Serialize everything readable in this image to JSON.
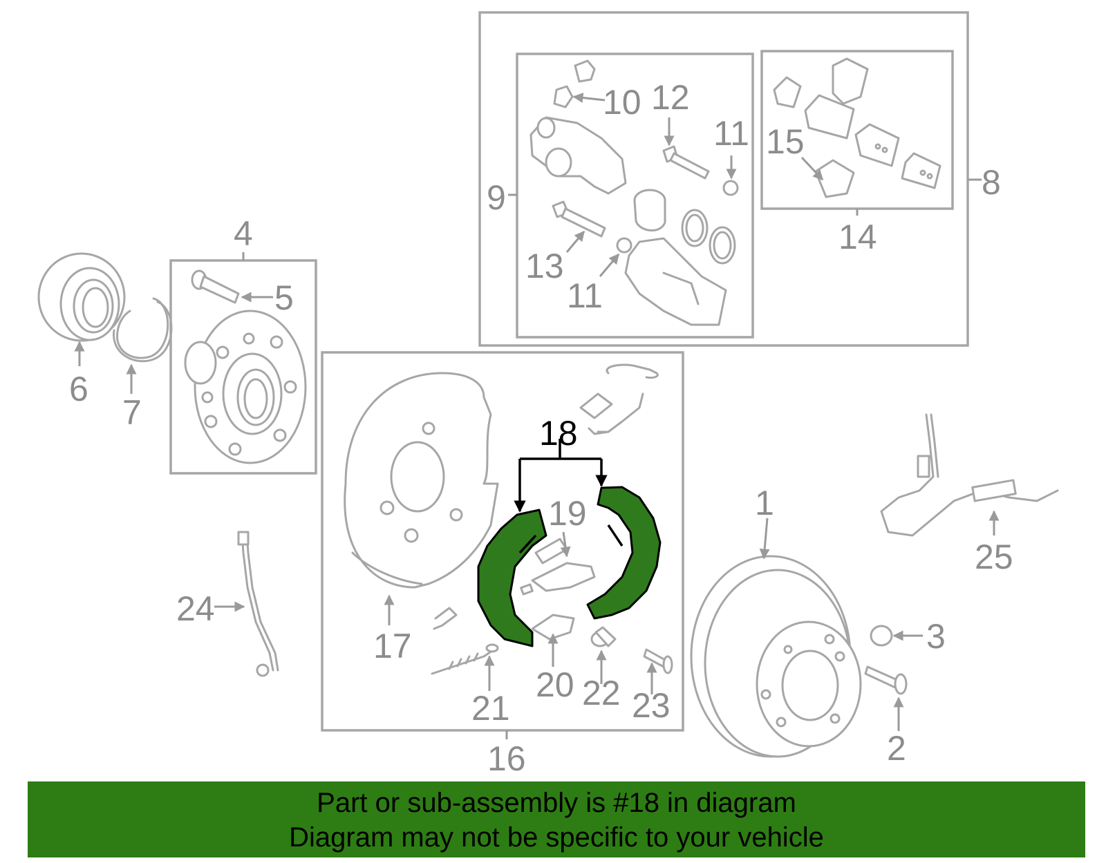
{
  "diagram": {
    "highlight_color": "#2e7d14",
    "callouts": [
      "1",
      "2",
      "3",
      "4",
      "5",
      "6",
      "7",
      "8",
      "9",
      "10",
      "11",
      "12",
      "13",
      "14",
      "15",
      "16",
      "17",
      "18",
      "19",
      "20",
      "21",
      "22",
      "23",
      "24",
      "25"
    ],
    "highlighted_callout": "18",
    "repeated_callout_11": "11"
  },
  "footer": {
    "line1": "Part or sub-assembly is #18 in diagram",
    "line2": "Diagram may not be specific to your vehicle"
  }
}
